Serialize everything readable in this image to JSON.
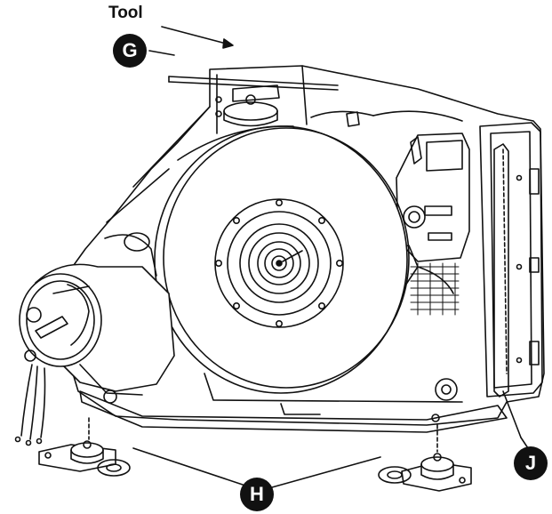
{
  "labels": {
    "tool": "Tool",
    "callout_g": "G",
    "callout_h": "H",
    "callout_j": "J"
  },
  "colors": {
    "ink": "#111111",
    "paper": "#ffffff"
  }
}
